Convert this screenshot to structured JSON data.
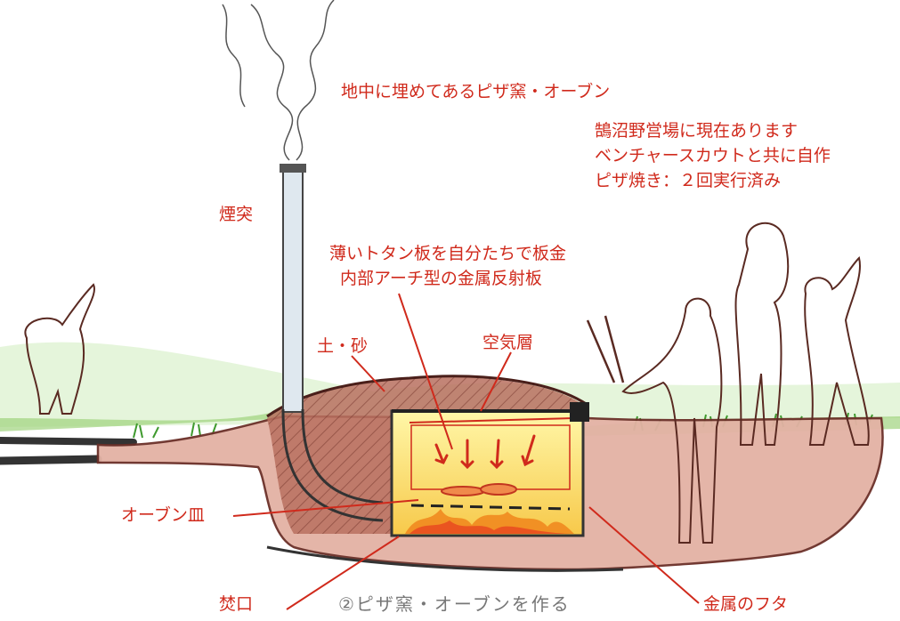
{
  "title": "地中に埋めてあるピザ窯・オーブン",
  "notes": [
    "鵠沼野営場に現在あります",
    "ベンチャースカウトと共に自作",
    "ピザ焼き：２回実行済み"
  ],
  "labels": {
    "chimney": "煙突",
    "tin_sheet_line1": "薄いトタン板を自分たちで板金",
    "tin_sheet_line2": "内部アーチ型の金属反射板",
    "soil_sand": "土・砂",
    "air_layer": "空気層",
    "oven_tray": "オーブン皿",
    "fire_opening": "焚口",
    "metal_lid": "金属のフタ"
  },
  "caption": "②ピザ窯・オーブンを作る",
  "colors": {
    "annotation": "#d02a1c",
    "caption": "#777777",
    "soil": "#c98a7a",
    "grass": "#7cc95a",
    "fire": "#f5a623",
    "sketch": "#5a2a22"
  }
}
